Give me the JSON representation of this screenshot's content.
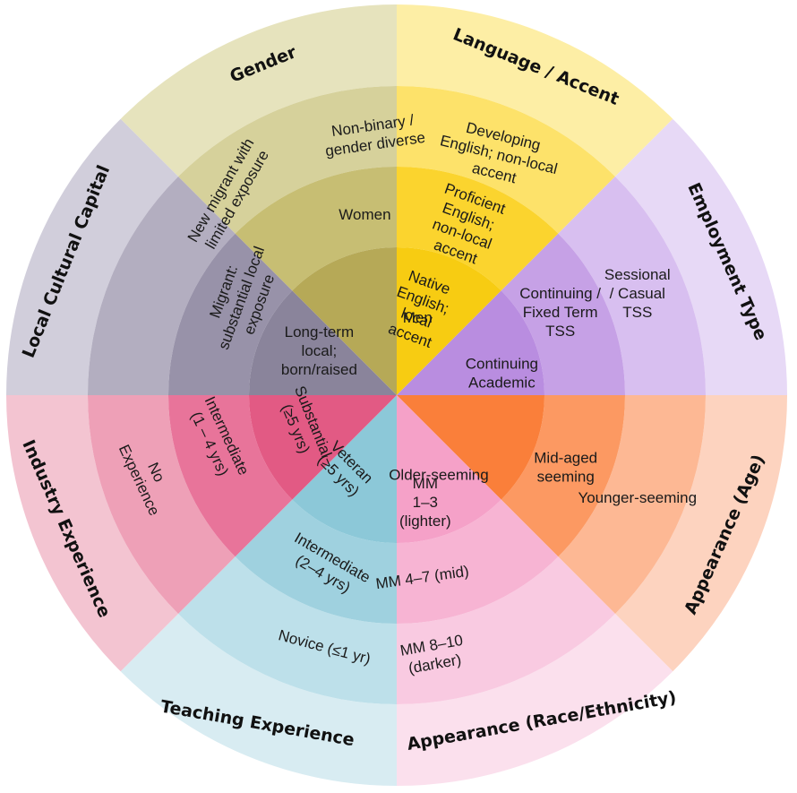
{
  "dimensions": [
    {
      "name": "Gender",
      "levels": [
        "Men",
        "Women",
        "Non-binary / gender diverse"
      ],
      "colors": [
        "#b6a957",
        "#c7be73",
        "#d6d19b",
        "#e6e3bd"
      ]
    },
    {
      "name": "Language / Accent",
      "levels": [
        "Native English; local accent",
        "Proficient English; non-local accent",
        "Developing English; non-local accent"
      ],
      "colors": [
        "#f7cc12",
        "#fbd42e",
        "#fde26a",
        "#fdeea5"
      ]
    },
    {
      "name": "Employment Type",
      "levels": [
        "Continuing Academic",
        "Continuing / Fixed Term TSS",
        "Sessional / Casual TSS"
      ],
      "colors": [
        "#b98de0",
        "#c6a1e6",
        "#d8bff0",
        "#e7d9f6"
      ]
    },
    {
      "name": "Appearance (Age)",
      "levels": [
        "Older-seeming",
        "Mid-aged seeming",
        "Younger-seeming"
      ],
      "colors": [
        "#fa7f3a",
        "#fc9962",
        "#fdb894",
        "#fdd3bf"
      ]
    },
    {
      "name": "Appearance (Race/Ethnicity)",
      "levels": [
        "MM 1–3 (lighter)",
        "MM 4–7 (mid)",
        "MM 8–10 (darker)"
      ],
      "colors": [
        "#f5a1c8",
        "#f7b4d3",
        "#f9cae1",
        "#fbe0ed"
      ]
    },
    {
      "name": "Teaching Experience",
      "levels": [
        "Veteran (≥5 yrs)",
        "Intermediate (2–4 yrs)",
        "Novice (≤1 yr)"
      ],
      "colors": [
        "#8cc8d8",
        "#9fd1df",
        "#bde0ea",
        "#d8ecf2"
      ]
    },
    {
      "name": "Industry  Experience",
      "levels": [
        "Substantial (≥5 yrs)",
        "Intermediate (1 – 4 yrs)",
        "No Experience"
      ],
      "colors": [
        "#e25a84",
        "#e8749a",
        "#eea0b7",
        "#f3c4d1"
      ]
    },
    {
      "name": "Local Cultural Capital",
      "levels": [
        "Long-term local; born/raised",
        "Migrant: substantial local exposure",
        "New migrant with limited exposure"
      ],
      "colors": [
        "#8a849b",
        "#9892a9",
        "#b3aec0",
        "#d1cedb"
      ]
    }
  ]
}
